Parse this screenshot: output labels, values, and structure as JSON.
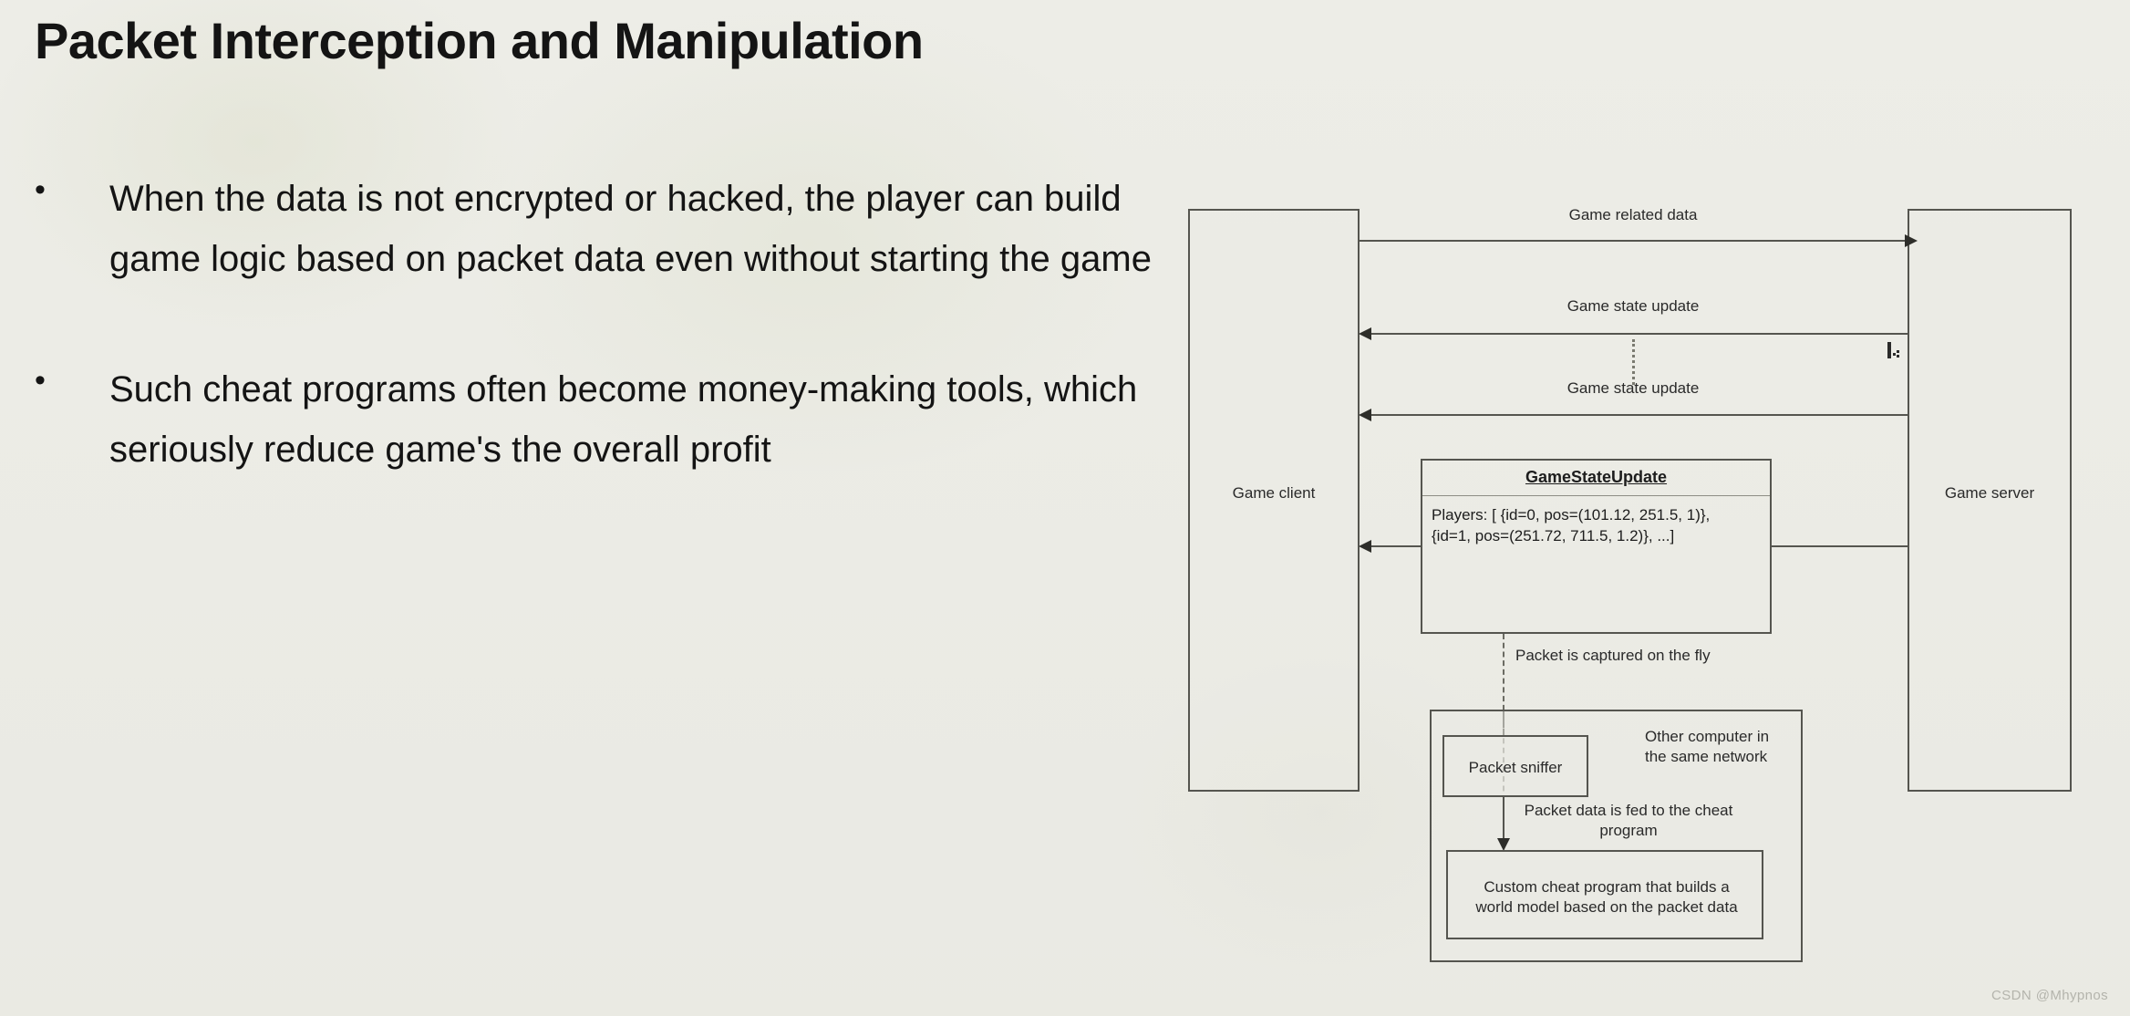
{
  "slide": {
    "title": "Packet Interception and Manipulation",
    "background_color": "#eaeae4",
    "text_color": "#141414"
  },
  "bullets": [
    {
      "marker": "•",
      "text": "When the data is not encrypted or hacked, the player can build game logic based on packet data even without starting the game"
    },
    {
      "marker": "•",
      "text": "Such cheat programs often become money-making tools, which seriously reduce game's the overall profit"
    }
  ],
  "diagram": {
    "lifelines": {
      "client": "Game client",
      "server": "Game server"
    },
    "messages": [
      {
        "label": "Game related data",
        "direction": "client-to-server"
      },
      {
        "label": "Game state update",
        "direction": "server-to-client"
      },
      {
        "label": "Game state update",
        "direction": "server-to-client"
      }
    ],
    "ellipsis_marker": "vertical-dots",
    "packet_box": {
      "title": "GameStateUpdate",
      "body_line1": "Players: [ {id=0, pos=(101.12, 251.5, 1)},",
      "body_line2": "{id=1, pos=(251.72, 711.5, 1.2)}, ...]"
    },
    "capture_label": "Packet is captured on the fly",
    "other_computer": {
      "label_line1": "Other computer in",
      "label_line2": "the same network",
      "sniffer_label": "Packet sniffer",
      "feed_label_line1": "Packet data is fed to the cheat",
      "feed_label_line2": "program",
      "cheat_program_line1": "Custom cheat program that builds a",
      "cheat_program_line2": "world model based on the packet data"
    },
    "line_color": "#55554f"
  },
  "watermark": "CSDN @Mhypnos"
}
